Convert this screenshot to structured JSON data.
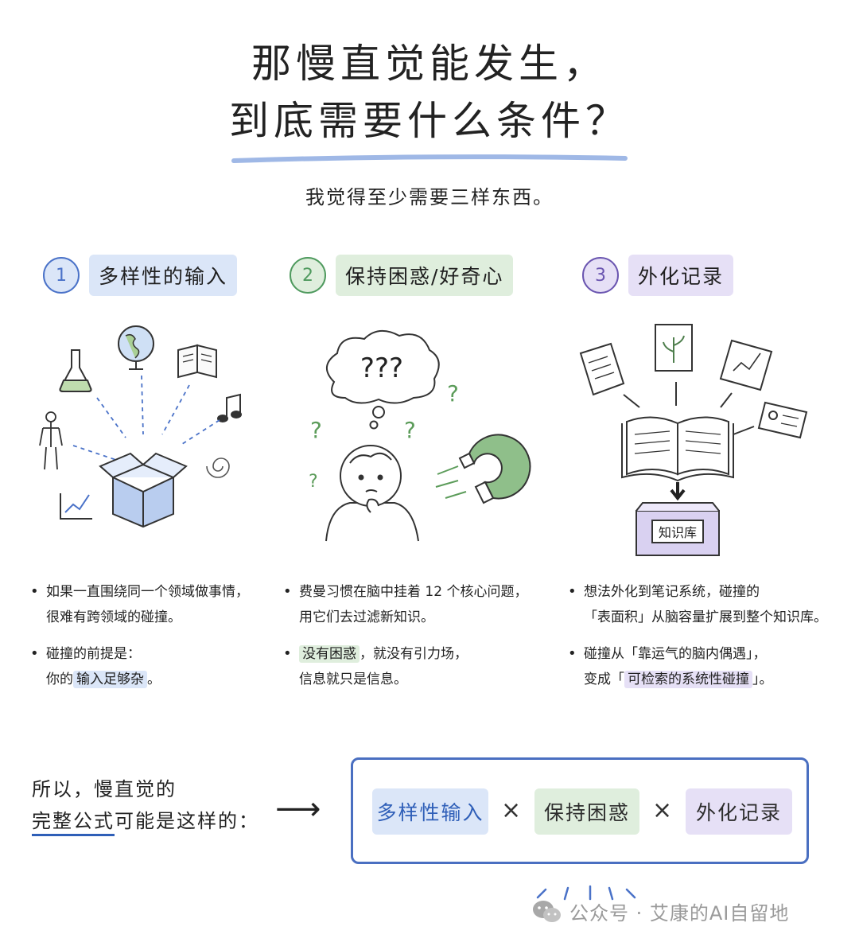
{
  "title": {
    "line1": "那慢直觉能发生，",
    "line2": "到底需要什么条件？"
  },
  "subtitle": "我觉得至少需要三样东西。",
  "columns": [
    {
      "number": "1",
      "label": "多样性的输入",
      "color": "#dbe6f8",
      "circle_color": "#4a72c8",
      "bullets": [
        {
          "text1": "如果一直围绕同一个领域做事情，",
          "text2": "很难有跨领域的碰撞。"
        },
        {
          "text1": "碰撞的前提是：",
          "text2_pre": "你的",
          "text2_hl": "输入足够杂",
          "text2_post": "。"
        }
      ]
    },
    {
      "number": "2",
      "label": "保持困惑/好奇心",
      "color": "#dfeedd",
      "circle_color": "#4f9a5e",
      "illustration_text": "???",
      "bullets": [
        {
          "text1": "费曼习惯在脑中挂着 12 个核心问题，",
          "text2": "用它们去过滤新知识。"
        },
        {
          "text1_hl": "没有困惑",
          "text1_post": "，就没有引力场，",
          "text2": "信息就只是信息。"
        }
      ]
    },
    {
      "number": "3",
      "label": "外化记录",
      "color": "#e6e0f6",
      "circle_color": "#6a55b0",
      "box_label": "知识库",
      "bullets": [
        {
          "text1": "想法外化到笔记系统，碰撞的",
          "text2": "「表面积」从脑容量扩展到整个知识库。"
        },
        {
          "text1": "碰撞从「靠运气的脑内偶遇」，",
          "text2_pre": "变成「",
          "text2_hl": "可检索的系统性碰撞",
          "text2_post": "」。"
        }
      ]
    }
  ],
  "summary": {
    "line1": "所以，慢直觉的",
    "line2_ul": "完整公式",
    "line2_rest": "可能是这样的：",
    "arrow": "⟶"
  },
  "formula": {
    "term1": "多样性输入",
    "term2": "保持困惑",
    "term3": "外化记录",
    "times": "×"
  },
  "watermark": {
    "text": "公众号 · 艾康的AI自留地",
    "icon": "wechat-icon"
  },
  "colors": {
    "blue": "#dbe6f8",
    "green": "#dfeedd",
    "purple": "#e6e0f6",
    "box_border": "#4a6fc1",
    "underline": "#9fb8e6"
  }
}
